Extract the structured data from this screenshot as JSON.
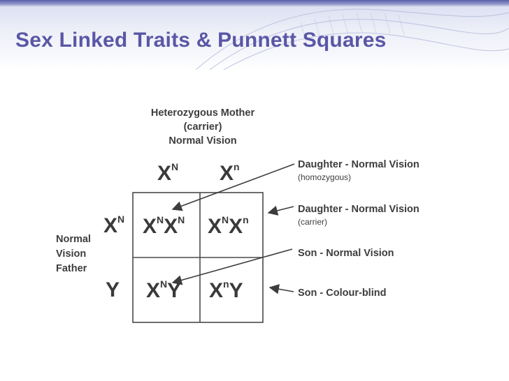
{
  "slide": {
    "title": "Sex Linked Traits & Punnett Squares"
  },
  "mother": {
    "label_lines": [
      "Heterozygous Mother",
      "(carrier)",
      "Normal Vision"
    ],
    "alleles": [
      {
        "base": "X",
        "sup": "N"
      },
      {
        "base": "X",
        "sup": "n"
      }
    ]
  },
  "father": {
    "label_lines": [
      "Normal",
      "Vision",
      "Father"
    ],
    "alleles": [
      {
        "base": "X",
        "sup": "N"
      },
      {
        "base": "Y",
        "sup": ""
      }
    ]
  },
  "cells": [
    {
      "parts": [
        {
          "base": "X",
          "sup": "N"
        },
        {
          "base": "X",
          "sup": "N"
        }
      ]
    },
    {
      "parts": [
        {
          "base": "X",
          "sup": "N"
        },
        {
          "base": "X",
          "sup": "n"
        }
      ]
    },
    {
      "parts": [
        {
          "base": "X",
          "sup": "N"
        },
        {
          "base": "Y",
          "sup": ""
        }
      ]
    },
    {
      "parts": [
        {
          "base": "X",
          "sup": "n"
        },
        {
          "base": "Y",
          "sup": ""
        }
      ]
    }
  ],
  "annotations": [
    {
      "title": "Daughter - Normal Vision",
      "note": "(homozygous)"
    },
    {
      "title": "Daughter - Normal Vision",
      "note": "(carrier)"
    },
    {
      "title": "Son - Normal Vision",
      "note": ""
    },
    {
      "title": "Son - Colour-blind",
      "note": ""
    }
  ],
  "colors": {
    "title": "#5a57a6",
    "text": "#3d3d3d",
    "grid": "#4a4a4a"
  }
}
